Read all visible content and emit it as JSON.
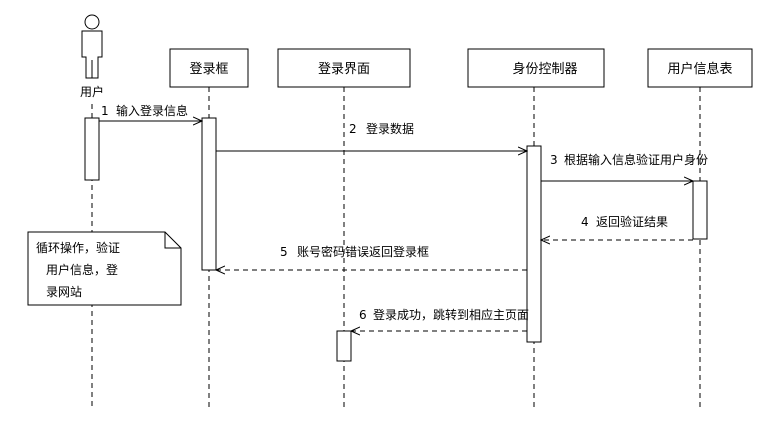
{
  "actor": {
    "label": "用户"
  },
  "lifelines": [
    {
      "id": "login_box",
      "label": "登录框"
    },
    {
      "id": "login_ui",
      "label": "登录界面"
    },
    {
      "id": "identity_controller",
      "label": "身份控制器"
    },
    {
      "id": "user_info_table",
      "label": "用户信息表"
    }
  ],
  "messages": [
    {
      "num": "1",
      "text": "输入登录信息",
      "style": "solid"
    },
    {
      "num": "2",
      "text": "登录数据",
      "style": "solid"
    },
    {
      "num": "3",
      "text": "根据输入信息验证用户身份",
      "style": "solid"
    },
    {
      "num": "4",
      "text": "返回验证结果",
      "style": "dashed"
    },
    {
      "num": "5",
      "text": "账号密码错误返回登录框",
      "style": "dashed"
    },
    {
      "num": "6",
      "text": "登录成功，跳转到相应主页面",
      "style": "dashed"
    }
  ],
  "note": {
    "lines": [
      "循环操作，验证",
      "用户信息，登",
      "录网站"
    ]
  }
}
